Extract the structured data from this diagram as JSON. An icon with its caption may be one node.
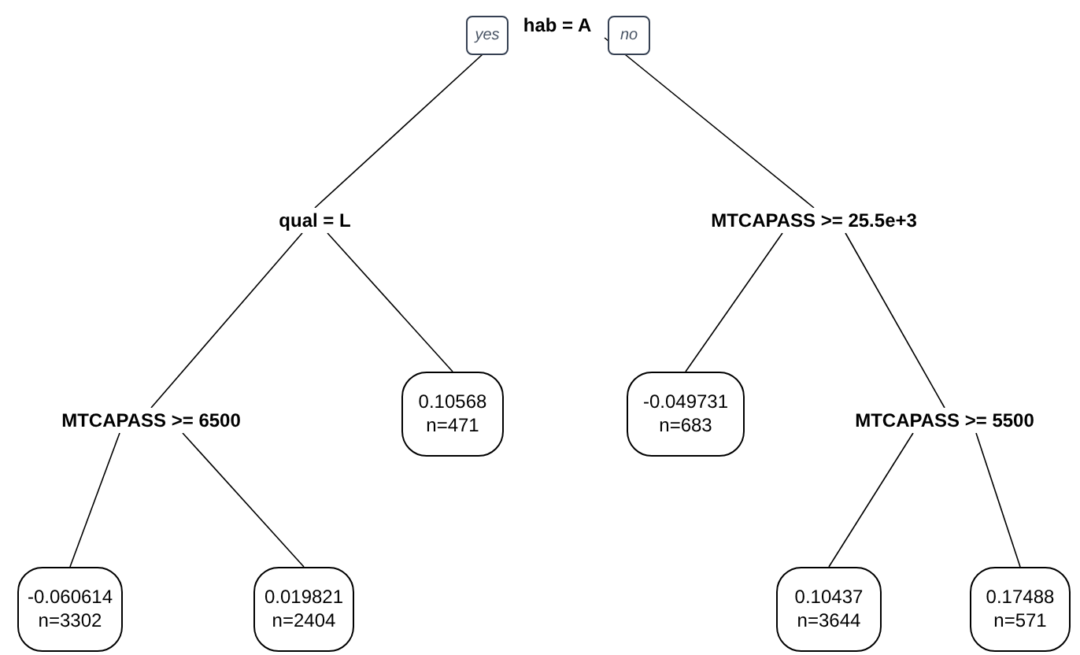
{
  "diagram": {
    "nodes": [
      {
        "text": [
          "hab = A"
        ]
      },
      {
        "text": [
          "qual = L"
        ]
      },
      {
        "text": [
          "MTCAPASS >= 25.5e+3"
        ]
      },
      {
        "text": [
          "MTCAPASS >= 6500"
        ]
      },
      {
        "text": [
          "0.10568",
          "n=471"
        ]
      },
      {
        "text": [
          "-0.049731",
          "n=683"
        ]
      },
      {
        "text": [
          "MTCAPASS >= 5500"
        ]
      },
      {
        "text": [
          "-0.060614",
          "n=3302"
        ]
      },
      {
        "text": [
          "0.019821",
          "n=2404"
        ]
      },
      {
        "text": [
          "0.10437",
          "n=3644"
        ]
      },
      {
        "text": [
          "0.17488",
          "n=571"
        ]
      }
    ],
    "edges": [
      {
        "from": 0,
        "to": 1,
        "arrow": "none",
        "label": "yes"
      },
      {
        "from": 0,
        "to": 2,
        "arrow": "none",
        "label": "no"
      },
      {
        "from": 1,
        "to": 3,
        "arrow": "none"
      },
      {
        "from": 1,
        "to": 4,
        "arrow": "none"
      },
      {
        "from": 2,
        "to": 5,
        "arrow": "none"
      },
      {
        "from": 2,
        "to": 6,
        "arrow": "none"
      },
      {
        "from": 3,
        "to": 7,
        "arrow": "none"
      },
      {
        "from": 3,
        "to": 8,
        "arrow": "none"
      },
      {
        "from": 6,
        "to": 9,
        "arrow": "none"
      },
      {
        "from": 6,
        "to": 10,
        "arrow": "none"
      }
    ]
  }
}
